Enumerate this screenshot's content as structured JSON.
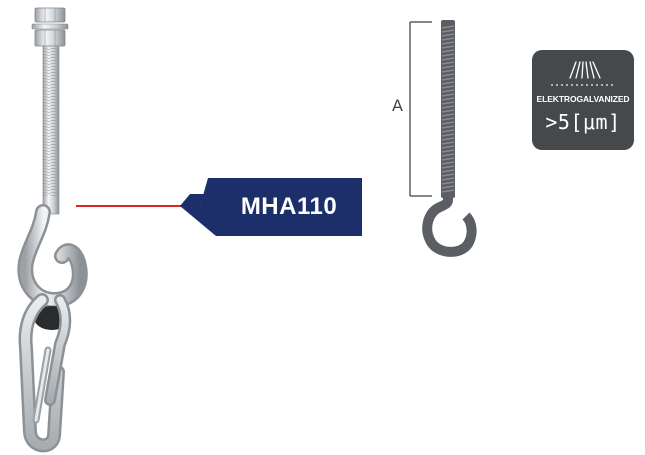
{
  "product": {
    "code": "MHA110"
  },
  "diagram": {
    "dimension_label": "A"
  },
  "coating_badge": {
    "title": "ELEKTROGALVANIZED",
    "value": ">5[μm]"
  },
  "colors": {
    "label_navy": "#1c2f6b",
    "pointer_red": "#d42a2a",
    "badge_grey": "#46494c",
    "diagram_grey": "#5b5f63",
    "steel": "#c8ccd0"
  },
  "icons": {
    "coating_icon": "spray-coating-icon"
  }
}
